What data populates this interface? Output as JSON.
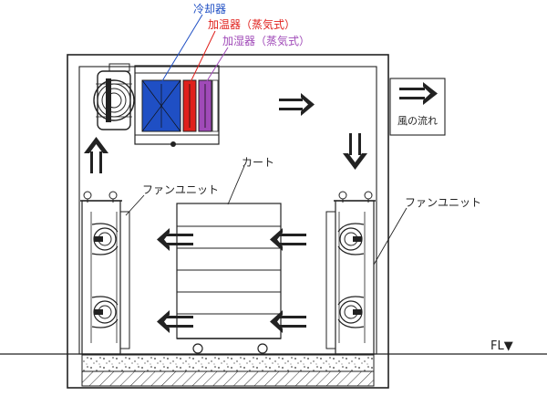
{
  "labels": {
    "cooler": "冷却器",
    "heater": "加温器（蒸気式）",
    "humidifier": "加湿器（蒸気式）",
    "airflow": "風の流れ",
    "cart": "カート",
    "fan_unit_left": "ファンユニット",
    "fan_unit_right": "ファンユニット",
    "floor_level": "FL▼"
  },
  "colors": {
    "cooler": "#1f4fc4",
    "heater": "#e0201c",
    "humidifier": "#a04ab8",
    "outline": "#222222"
  }
}
